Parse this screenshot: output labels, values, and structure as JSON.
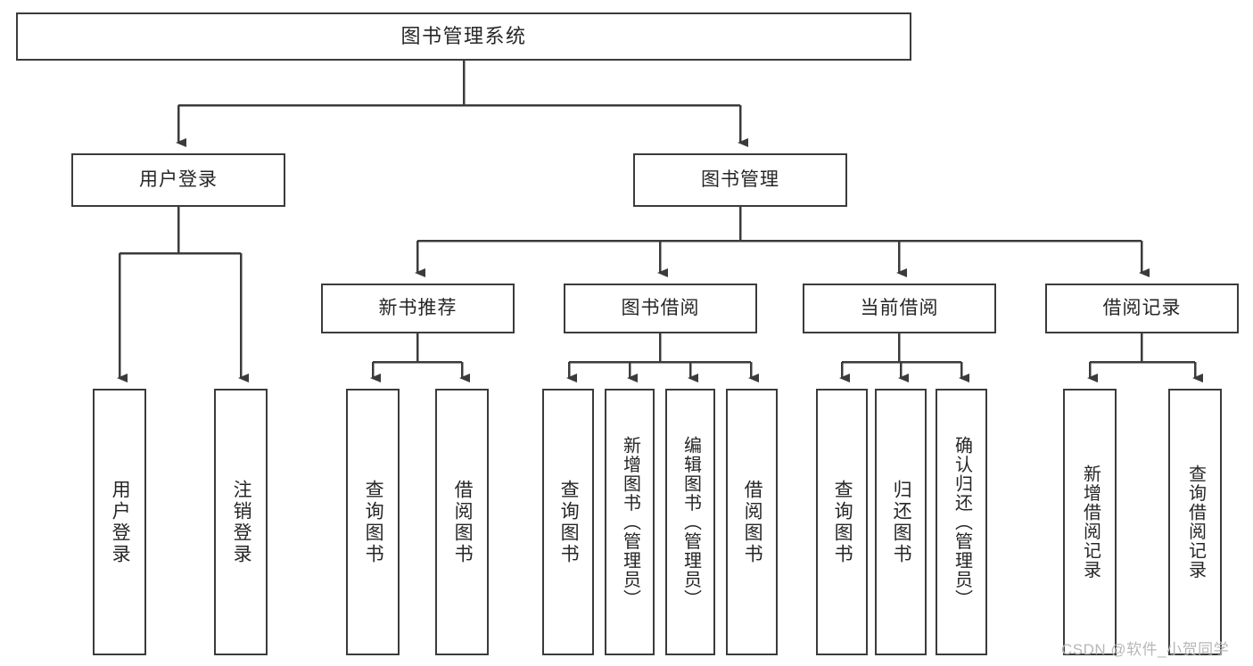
{
  "diagram": {
    "type": "tree",
    "title": "图书管理系统",
    "stroke_color": "#3b3b3b",
    "text_color": "#262626",
    "background_color": "#ffffff",
    "watermark": "CSDN @软件_小贺同学",
    "root": {
      "label": "图书管理系统"
    },
    "level1": [
      {
        "label": "用户登录"
      },
      {
        "label": "图书管理"
      }
    ],
    "level2": [
      {
        "label": "新书推荐"
      },
      {
        "label": "图书借阅"
      },
      {
        "label": "当前借阅"
      },
      {
        "label": "借阅记录"
      }
    ],
    "leaves": {
      "user_login": [
        {
          "label": "用户登录"
        },
        {
          "label": "注销登录"
        }
      ],
      "new_book_recommend": [
        {
          "label": "查询图书"
        },
        {
          "label": "借阅图书"
        }
      ],
      "book_borrow": [
        {
          "label": "查询图书"
        },
        {
          "label": "新增图书（管理员）"
        },
        {
          "label": "编辑图书（管理员）"
        },
        {
          "label": "借阅图书"
        }
      ],
      "current_borrow": [
        {
          "label": "查询图书"
        },
        {
          "label": "归还图书"
        },
        {
          "label": "确认归还（管理员）"
        }
      ],
      "borrow_record": [
        {
          "label": "新增借阅记录"
        },
        {
          "label": "查询借阅记录"
        }
      ]
    }
  }
}
